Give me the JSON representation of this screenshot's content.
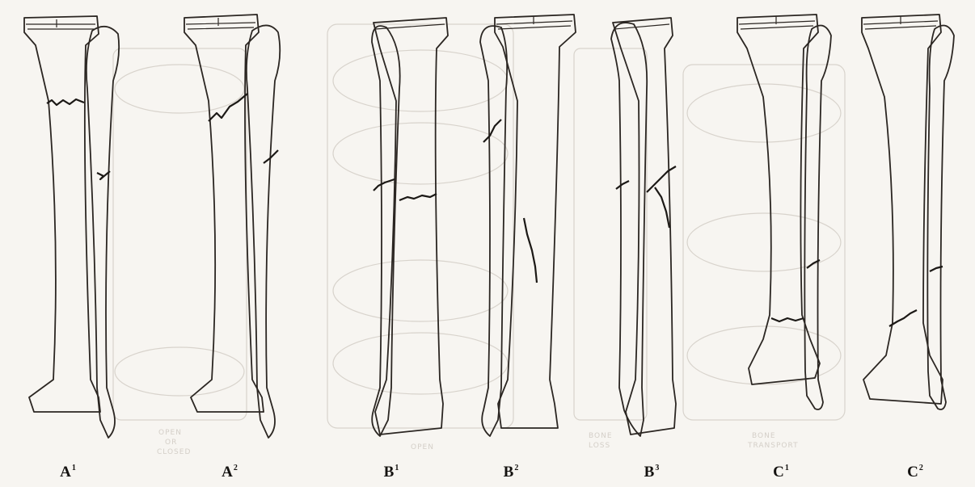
{
  "labels": [
    {
      "letter": "A",
      "sup": "1"
    },
    {
      "letter": "A",
      "sup": "2"
    },
    {
      "letter": "B",
      "sup": "1"
    },
    {
      "letter": "B",
      "sup": "2"
    },
    {
      "letter": "B",
      "sup": "3"
    },
    {
      "letter": "C",
      "sup": "1"
    },
    {
      "letter": "C",
      "sup": "2"
    }
  ],
  "background_text": [
    {
      "line1": "OPEN",
      "line2": "OR",
      "line3": "CLOSED"
    },
    {
      "line1": "OPEN",
      "line2": "",
      "line3": ""
    },
    {
      "line1": "BONE",
      "line2": "LOSS",
      "line3": ""
    },
    {
      "line1": "BONE",
      "line2": "TRANSPORT",
      "line3": ""
    }
  ]
}
